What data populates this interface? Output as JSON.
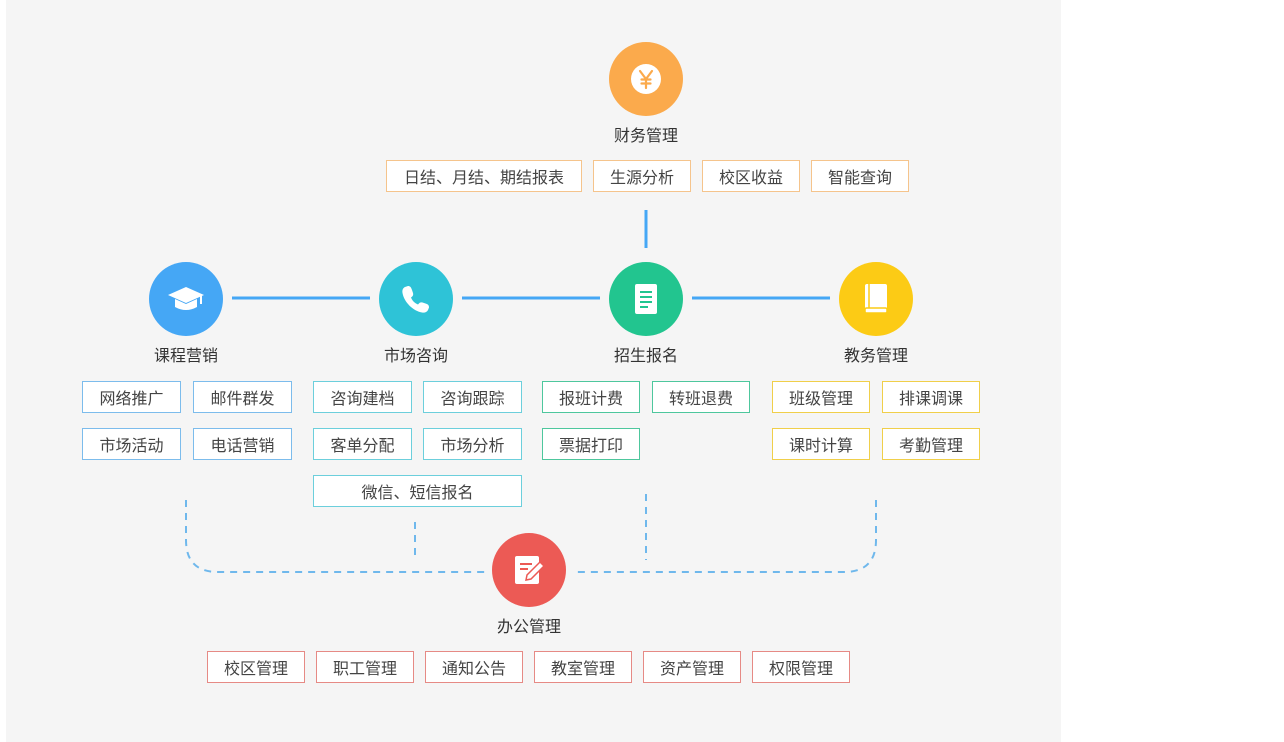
{
  "colors": {
    "finance": "#fbaa4c",
    "marketing": "#45a7f5",
    "consult": "#2ec3d7",
    "enroll": "#22c58f",
    "academic": "#fccb15",
    "office": "#ec5a55",
    "connector": "#45a7f5",
    "finance_tag_border": "#f5c48c",
    "marketing_tag_border": "#7cbcec",
    "consult_tag_border": "#6ccfdc",
    "enroll_tag_border": "#4ec79d",
    "academic_tag_border": "#f0cf4a",
    "office_tag_border": "#e68a85"
  },
  "modules": {
    "finance": {
      "title": "财务管理",
      "icon": "yen-icon",
      "items": [
        "日结、月结、期结报表",
        "生源分析",
        "校区收益",
        "智能查询"
      ]
    },
    "marketing": {
      "title": "课程营销",
      "icon": "graduation-cap-icon",
      "items": [
        "网络推广",
        "邮件群发",
        "市场活动",
        "电话营销"
      ]
    },
    "consult": {
      "title": "市场咨询",
      "icon": "phone-icon",
      "items": [
        "咨询建档",
        "咨询跟踪",
        "客单分配",
        "市场分析",
        "微信、短信报名"
      ]
    },
    "enroll": {
      "title": "招生报名",
      "icon": "document-icon",
      "items": [
        "报班计费",
        "转班退费",
        "票据打印"
      ]
    },
    "academic": {
      "title": "教务管理",
      "icon": "book-icon",
      "items": [
        "班级管理",
        "排课调课",
        "课时计算",
        "考勤管理"
      ]
    },
    "office": {
      "title": "办公管理",
      "icon": "edit-note-icon",
      "items": [
        "校区管理",
        "职工管理",
        "通知公告",
        "教室管理",
        "资产管理",
        "权限管理"
      ]
    }
  }
}
